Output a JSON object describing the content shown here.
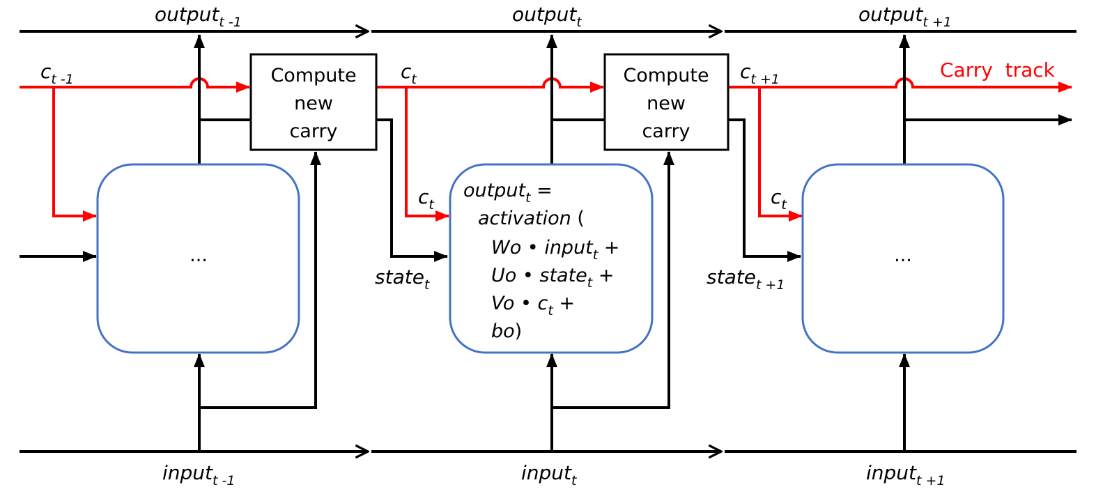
{
  "labels": {
    "output_prev_base": "output",
    "output_prev_sub": "t -1",
    "output_cur_base": "output",
    "output_cur_sub": "t",
    "output_next_base": "output",
    "output_next_sub": "t +1",
    "input_prev_base": "input",
    "input_prev_sub": "t -1",
    "input_cur_base": "input",
    "input_cur_sub": "t",
    "input_next_base": "input",
    "input_next_sub": "t +1",
    "c_prev_base": "c",
    "c_prev_sub": "t -1",
    "c_cur_base": "c",
    "c_cur_sub": "t",
    "c_next_base": "c",
    "c_next_sub": "t +1",
    "c_in_base": "c",
    "c_in_sub": "t",
    "c_in2_base": "c",
    "c_in2_sub": "t",
    "state_cur_base": "state",
    "state_cur_sub": "t",
    "state_next_base": "state",
    "state_next_sub": "t +1",
    "carry_track": "Carry  track"
  },
  "compute_boxes": [
    {
      "lines": [
        "Compute",
        "new",
        "carry"
      ]
    },
    {
      "lines": [
        "Compute",
        "new",
        "carry"
      ]
    }
  ],
  "cells": [
    {
      "text": "..."
    },
    {
      "text": ""
    },
    {
      "text": "..."
    }
  ],
  "equation": {
    "line1_base": "output",
    "line1_sub": "t",
    "line1_rest": " =",
    "line2": "activation",
    "line2_rest": " (",
    "line3_a": "Wo",
    "line3_dot": " •  ",
    "line3_b": "input",
    "line3_sub": "t",
    "line3_rest": " +",
    "line4_a": "Uo",
    "line4_dot": " •  ",
    "line4_b": "state",
    "line4_sub": "t",
    "line4_rest": " +",
    "line5_a": "Vo",
    "line5_dot": " •  ",
    "line5_b": "c",
    "line5_sub": "t",
    "line5_rest": " +",
    "line6_a": "bo",
    "line6_rest": ")"
  },
  "colors": {
    "carry": "#ff0000",
    "main": "#000000",
    "cell_border": "#4472c4"
  }
}
